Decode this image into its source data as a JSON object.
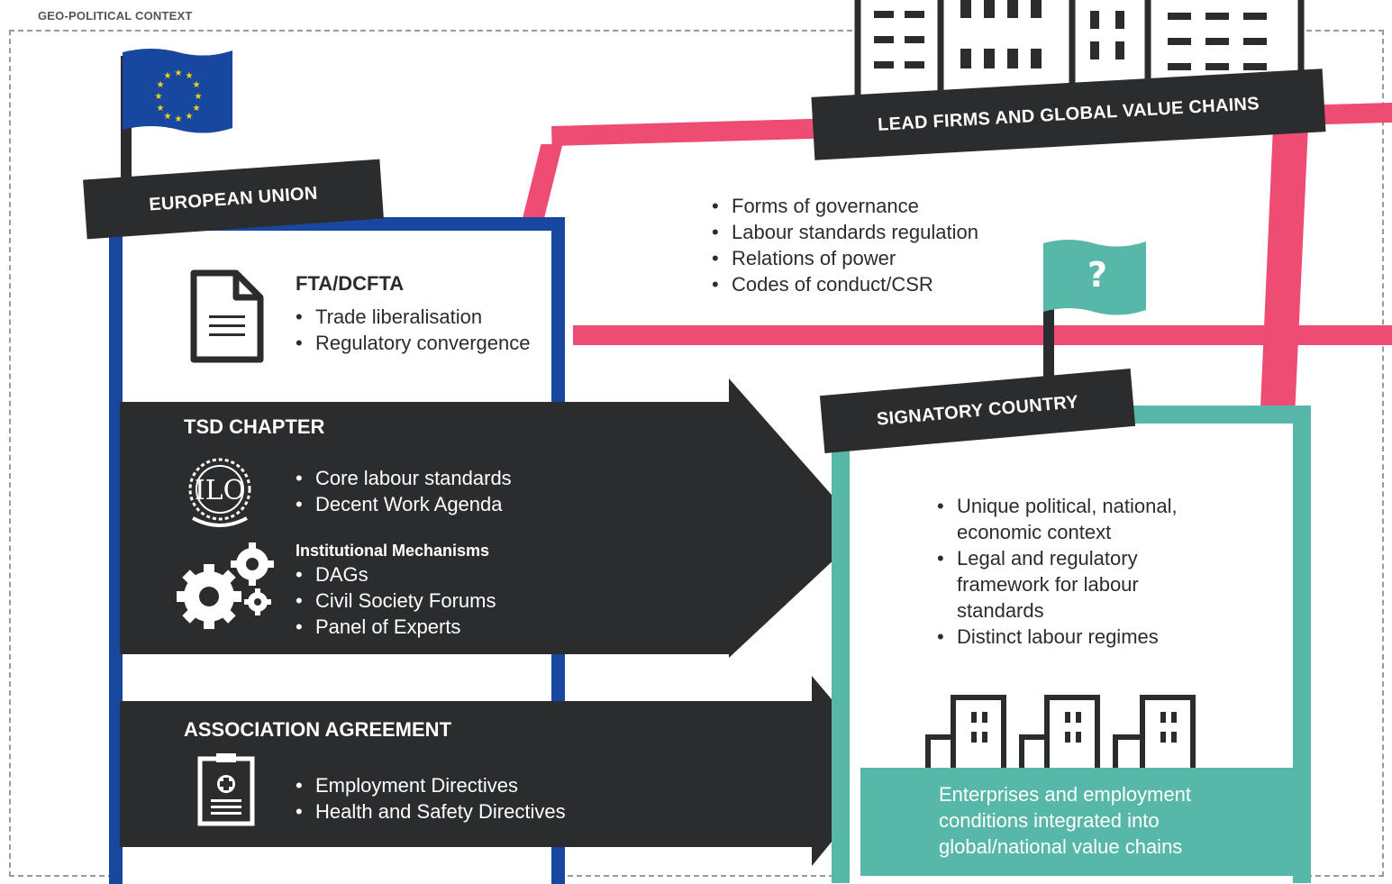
{
  "context_label": "GEO-POLITICAL CONTEXT",
  "lead_firms": {
    "title": "LEAD FIRMS AND GLOBAL VALUE CHAINS",
    "items": [
      "Forms of governance",
      "Labour standards regulation",
      "Relations of power",
      "Codes of conduct/CSR"
    ]
  },
  "eu": {
    "title": "EUROPEAN UNION",
    "fta_title": "FTA/DCFTA",
    "fta_items": [
      "Trade liberalisation",
      "Regulatory convergence"
    ]
  },
  "tsd": {
    "title": "TSD CHAPTER",
    "ilo_text": "ILO",
    "items": [
      "Core labour standards",
      "Decent Work Agenda"
    ],
    "mech_title": "Institutional Mechanisms",
    "mech_items": [
      "DAGs",
      "Civil Society Forums",
      "Panel of Experts"
    ]
  },
  "association": {
    "title": "ASSOCIATION AGREEMENT",
    "items": [
      "Employment Directives",
      "Health and Safety Directives"
    ]
  },
  "signatory": {
    "title": "SIGNATORY COUNTRY",
    "flag_symbol": "?",
    "items": [
      "Unique political, national, economic context",
      "Legal and regulatory framework for labour standards",
      "Distinct labour regimes"
    ],
    "enterprise_text": "Enterprises and employment conditions integrated into global/national value chains"
  },
  "colors": {
    "eu_blue": "#17479e",
    "teal": "#57b7a8",
    "pink": "#ef4c74",
    "dark": "#2b2c2e",
    "star_yellow": "#f5d21c"
  }
}
